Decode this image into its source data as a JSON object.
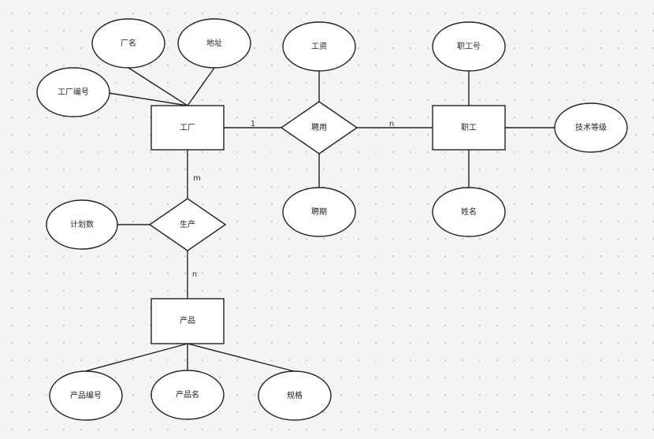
{
  "entities": {
    "factory": "工厂",
    "employee": "职工",
    "product": "产品"
  },
  "relationships": {
    "hire": "聘用",
    "produce": "生产"
  },
  "attributes": {
    "factory_name": "厂名",
    "address": "地址",
    "factory_id": "工厂编号",
    "salary": "工资",
    "hire_term": "聘期",
    "employee_id": "职工号",
    "skill_level": "技术等级",
    "employee_name": "姓名",
    "plan_quantity": "计划数",
    "product_id": "产品编号",
    "product_name": "产品名",
    "spec": "规格"
  },
  "cardinalities": {
    "factory_hire": "1",
    "hire_employee": "n",
    "factory_produce": "m",
    "produce_product": "n"
  }
}
